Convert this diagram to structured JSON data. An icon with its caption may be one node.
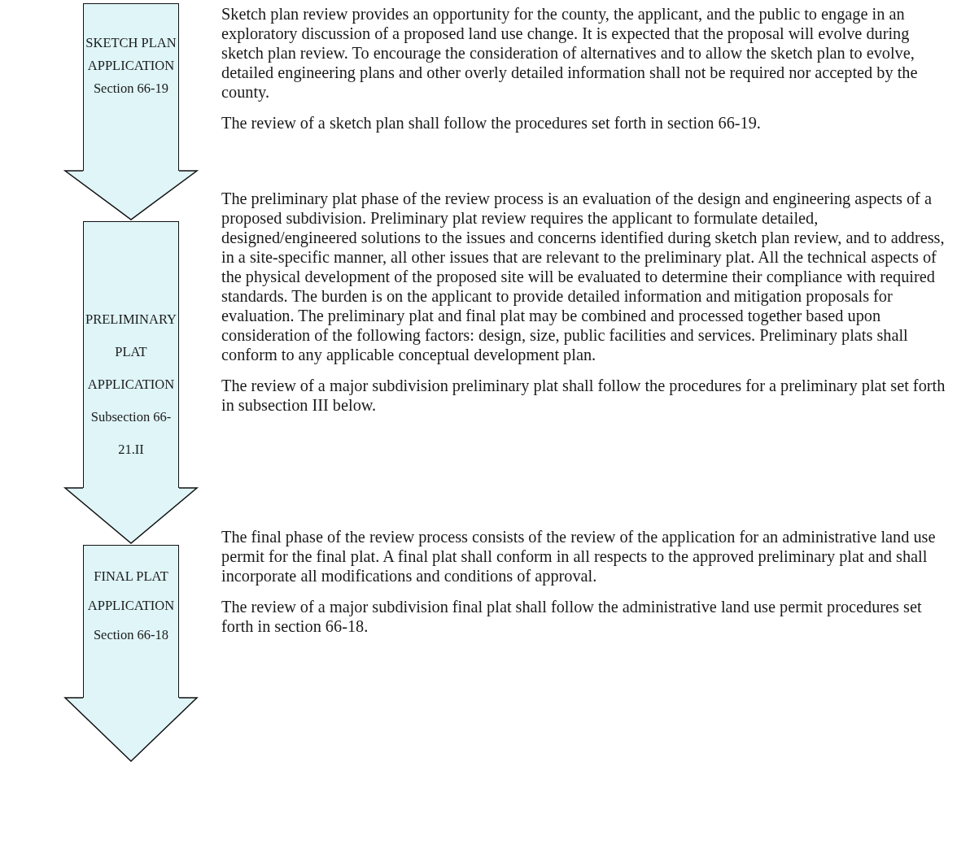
{
  "diagram": {
    "nodes": [
      {
        "text": [
          "SKETCH PLAN APPLICATION",
          "Section 66-19"
        ],
        "beside": [
          "Sketch plan review provides an opportunity for the county, the applicant, and the public to engage in an exploratory discussion of a proposed land use change. It is expected that the proposal will evolve during sketch plan review. To encourage the consideration of alternatives and to allow the sketch plan to evolve, detailed engineering plans and other overly detailed information shall not be required nor accepted by the county.",
          "The review of a sketch plan shall follow the procedures set forth in section 66-19."
        ]
      },
      {
        "text": [
          "PRELIMINARY PLAT APPLICATION",
          "Subsection 66-21.II"
        ],
        "beside": [
          "The preliminary plat phase of the review process is an evaluation of the design and engineering aspects of a proposed subdivision.  Preliminary plat review requires the applicant to formulate detailed, designed/engineered solutions to the issues and concerns identified during sketch plan review, and to address, in a site-specific manner, all other issues that are relevant to the preliminary plat. All the technical aspects of the physical development of the proposed site will be evaluated to determine their compliance with required standards.  The burden is on the applicant to provide detailed information and mitigation proposals for evaluation.  The preliminary plat and final plat may be combined and processed together based upon consideration of the following factors: design, size, public facilities and services. Preliminary plats shall conform to any applicable conceptual development plan.",
          "The review of a major subdivision preliminary plat shall follow the procedures for a preliminary plat set forth in subsection III below."
        ]
      },
      {
        "text": [
          "FINAL PLAT APPLICATION",
          "Section 66-18"
        ],
        "beside": [
          "The final phase of the review process consists of the review of the application for an administrative land use permit for the final plat.  A final plat shall conform in all respects to the approved preliminary plat and shall incorporate all modifications and conditions of approval.",
          "The review of a major subdivision final plat shall follow the administrative land use permit procedures set forth in section 66-18."
        ]
      }
    ],
    "edges": [
      {
        "from": 0,
        "to": 1,
        "arrow": "to"
      },
      {
        "from": 1,
        "to": 2,
        "arrow": "to"
      },
      {
        "from": 2,
        "to": null,
        "arrow": "to"
      }
    ]
  }
}
